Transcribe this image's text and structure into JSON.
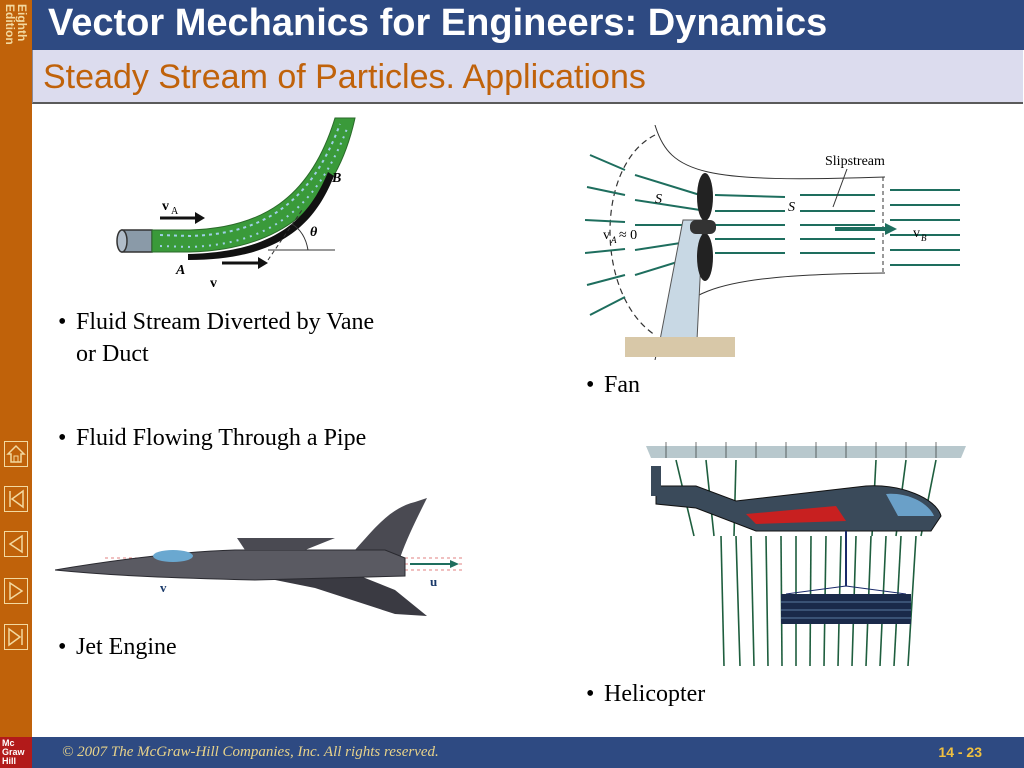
{
  "header": {
    "title": "Vector Mechanics for Engineers: Dynamics",
    "subtitle": "Steady Stream of Particles.  Applications"
  },
  "sidebar": {
    "edition_line1": "Eighth",
    "edition_line2": "Edition",
    "nav": [
      {
        "name": "home-icon"
      },
      {
        "name": "first-page-icon"
      },
      {
        "name": "previous-page-icon"
      },
      {
        "name": "next-page-icon"
      },
      {
        "name": "last-page-icon"
      }
    ],
    "logo_lines": [
      "Mc",
      "Graw",
      "Hill"
    ]
  },
  "bullets": {
    "vane": "Fluid Stream Diverted by Vane or Duct",
    "vane_line1": "Fluid Stream Diverted by Vane",
    "vane_line2": "or Duct",
    "pipe": "Fluid Flowing Through a Pipe",
    "jet": "Jet Engine",
    "fan": "Fan",
    "helicopter": "Helicopter"
  },
  "figures": {
    "vane": {
      "label_vA": "v",
      "label_vA_sub": "A",
      "label_B": "B",
      "label_A": "A",
      "label_v": "v",
      "label_theta": "θ"
    },
    "fan": {
      "label_slipstream": "Slipstream",
      "label_S1": "S",
      "label_S2": "S",
      "label_vA": "v",
      "label_vA_sub": "A",
      "label_approx": "≈ 0",
      "label_vB": "v",
      "label_vB_sub": "B"
    },
    "jet": {
      "label_v": "v",
      "label_u": "u"
    }
  },
  "footer": {
    "copyright": "© 2007 The McGraw-Hill Companies, Inc. All rights reserved.",
    "page": "14 - 23"
  },
  "colors": {
    "sidebar": "#c0620a",
    "header": "#2e4a82",
    "subtitle": "#c0620a",
    "fluid": "#3a9a3a",
    "flow_arrows": "#1e6e5e"
  }
}
